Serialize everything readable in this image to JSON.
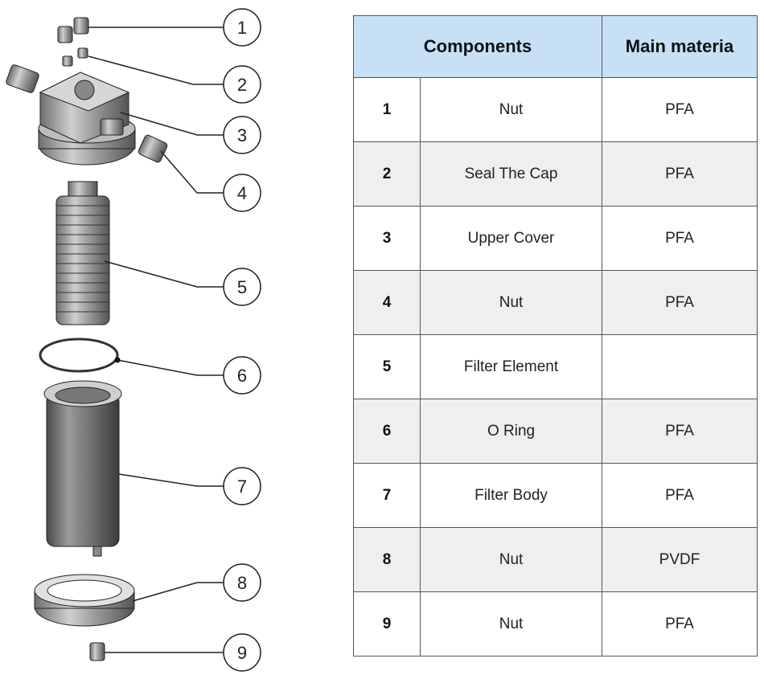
{
  "table": {
    "headers": {
      "components": "Components",
      "material": "Main materia"
    },
    "rows": [
      {
        "no": "1",
        "component": "Nut",
        "material": "PFA"
      },
      {
        "no": "2",
        "component": "Seal The Cap",
        "material": "PFA"
      },
      {
        "no": "3",
        "component": "Upper Cover",
        "material": "PFA"
      },
      {
        "no": "4",
        "component": "Nut",
        "material": "PFA"
      },
      {
        "no": "5",
        "component": "Filter Element",
        "material": ""
      },
      {
        "no": "6",
        "component": "O Ring",
        "material": "PFA"
      },
      {
        "no": "7",
        "component": "Filter Body",
        "material": "PFA"
      },
      {
        "no": "8",
        "component": "Nut",
        "material": "PVDF"
      },
      {
        "no": "9",
        "component": "Nut",
        "material": "PFA"
      }
    ]
  },
  "callouts": [
    "1",
    "2",
    "3",
    "4",
    "5",
    "6",
    "7",
    "8",
    "9"
  ]
}
